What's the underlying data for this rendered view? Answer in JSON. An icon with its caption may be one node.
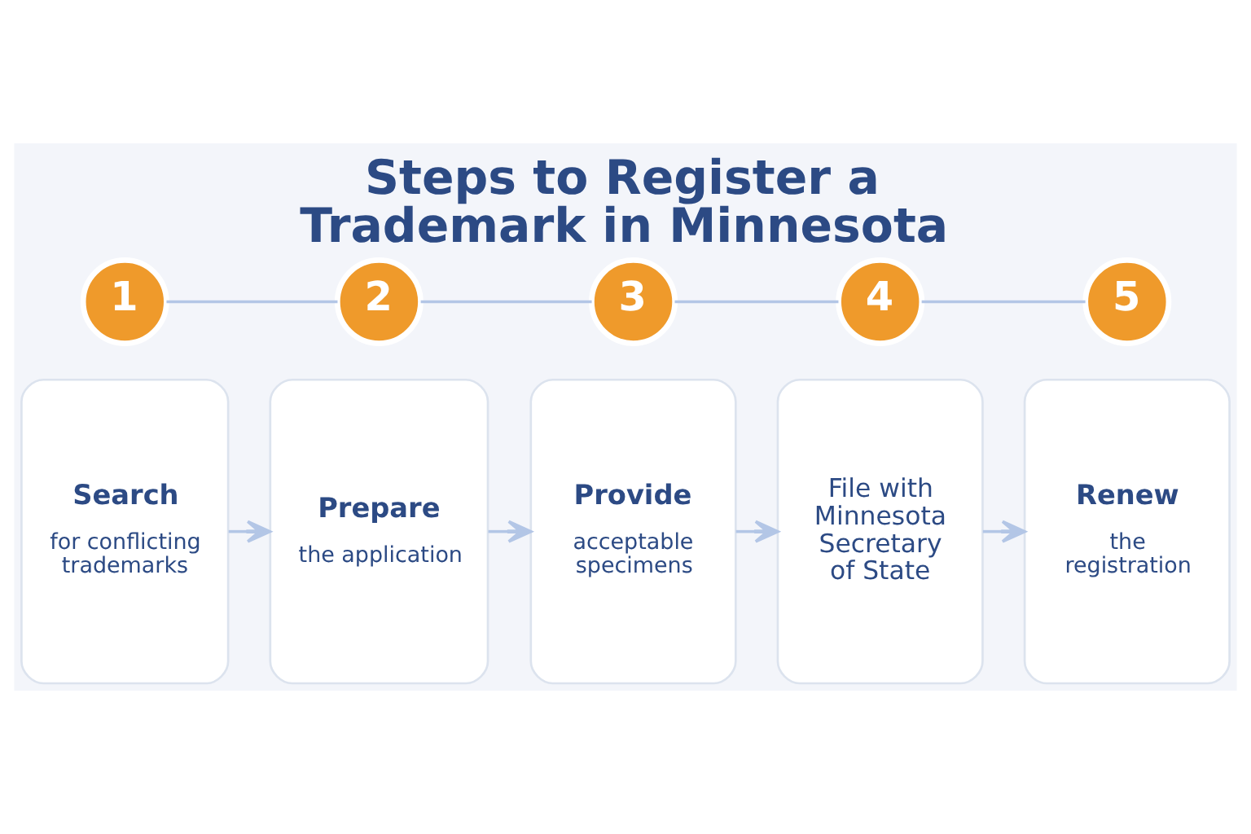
{
  "diagram": {
    "title": "Steps to Register a Trademark in Minnesota",
    "nodes": [
      {
        "text": [
          "1"
        ]
      },
      {
        "text": [
          "2"
        ]
      },
      {
        "text": [
          "3"
        ]
      },
      {
        "text": [
          "4"
        ]
      },
      {
        "text": [
          "5"
        ]
      },
      {
        "text": [
          "Search",
          "for conflicting trademarks"
        ]
      },
      {
        "text": [
          "Prepare",
          "the application"
        ]
      },
      {
        "text": [
          "Provide",
          "acceptable specimens"
        ]
      },
      {
        "text": [
          "File with Minnesota Secretary of State"
        ]
      },
      {
        "text": [
          "Renew",
          "the registration"
        ]
      }
    ],
    "edges": [
      {
        "from": 0,
        "to": 1,
        "arrow": "none"
      },
      {
        "from": 1,
        "to": 2,
        "arrow": "none"
      },
      {
        "from": 2,
        "to": 3,
        "arrow": "none"
      },
      {
        "from": 3,
        "to": 4,
        "arrow": "none"
      },
      {
        "from": 5,
        "to": 6,
        "arrow": "to"
      },
      {
        "from": 6,
        "to": 7,
        "arrow": "to"
      },
      {
        "from": 7,
        "to": 8,
        "arrow": "to"
      },
      {
        "from": 8,
        "to": 9,
        "arrow": "to"
      }
    ]
  }
}
